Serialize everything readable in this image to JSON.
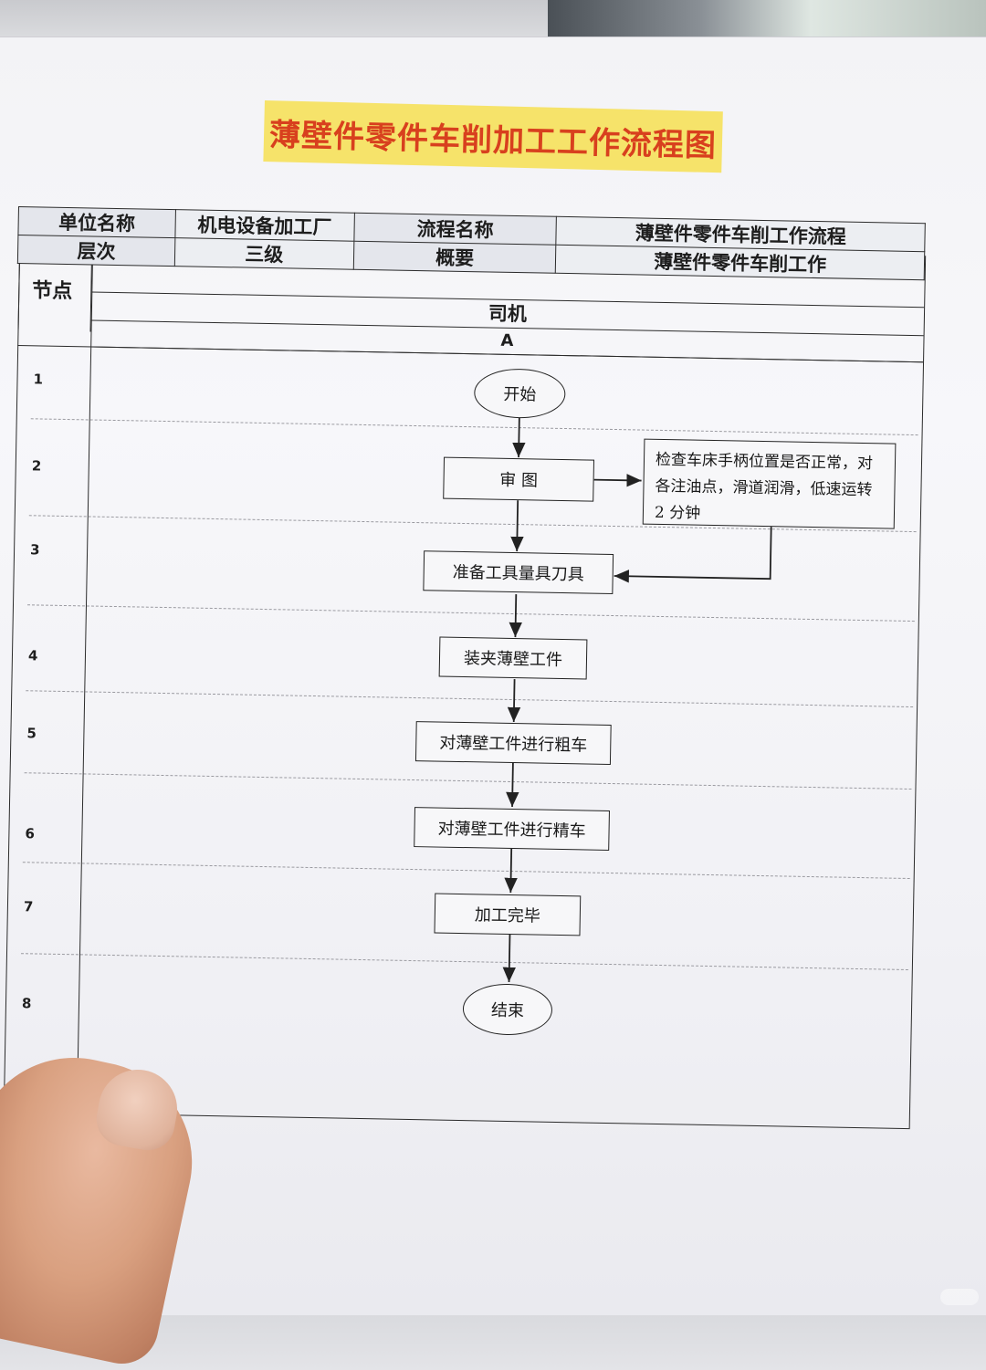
{
  "document": {
    "title": "薄壁件零件车削加工工作流程图"
  },
  "header": {
    "unit_label": "单位名称",
    "unit_value": "机电设备加工厂",
    "level_label": "层次",
    "level_value": "三级",
    "process_name_label": "流程名称",
    "process_name_value": "薄壁件零件车削工作流程",
    "summary_label": "概要",
    "summary_value": "薄壁件零件车削工作"
  },
  "grid": {
    "node_label": "节点",
    "role": "司机",
    "lane": "A",
    "rows": [
      "1",
      "2",
      "3",
      "4",
      "5",
      "6",
      "7",
      "8"
    ]
  },
  "flow": {
    "start": "开始",
    "review": "审  图",
    "note": "检查车床手柄位置是否正常，对各注油点，滑道润滑，低速运转 2 分钟",
    "prepare": "准备工具量具刀具",
    "clamp": "装夹薄壁工件",
    "rough": "对薄壁工件进行粗车",
    "finish": "对薄壁工件进行精车",
    "done": "加工完毕",
    "end": "结束"
  }
}
